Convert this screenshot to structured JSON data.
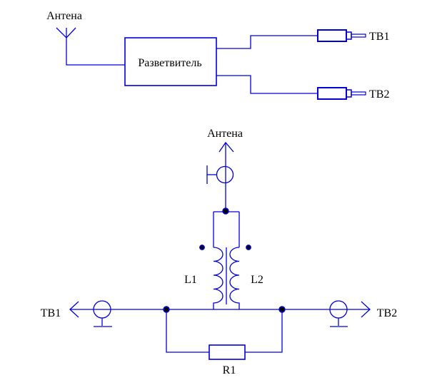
{
  "colors": {
    "line": "#0000DD",
    "text": "#000000",
    "background": "#FFFFFF"
  },
  "block_diagram": {
    "antenna_label": "Антена",
    "splitter_label": "Разветвитель",
    "tv1_label": "ТВ1",
    "tv2_label": "ТВ2"
  },
  "schematic": {
    "antenna_label": "Антена",
    "tv1_label": "ТВ1",
    "tv2_label": "ТВ2",
    "inductor1_label": "L1",
    "inductor2_label": "L2",
    "resistor_label": "R1"
  }
}
